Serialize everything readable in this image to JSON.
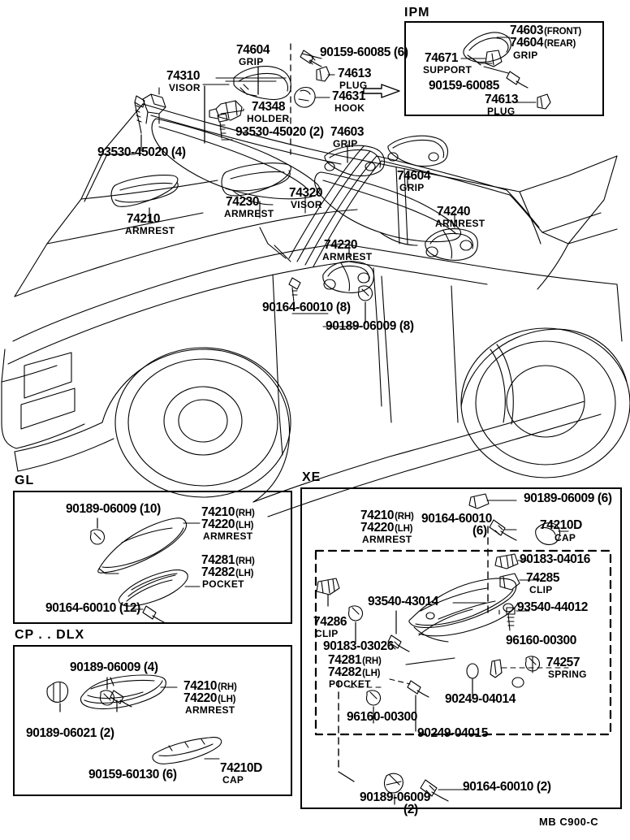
{
  "document": {
    "footer_code": "MB  C900-C",
    "panels": {
      "ipm": "IPM",
      "gl": "GL",
      "cp_dlx": "CP . . DLX",
      "xe": "XE"
    }
  },
  "ipm_box": {
    "items": [
      {
        "id": "ipm-74603",
        "number": "74603",
        "side": "(FRONT)"
      },
      {
        "id": "ipm-74604",
        "number": "74604",
        "side": "(REAR)",
        "desc": "GRIP"
      },
      {
        "id": "ipm-74671",
        "number": "74671",
        "desc": "SUPPORT"
      },
      {
        "id": "ipm-90159",
        "number": "90159-60085"
      },
      {
        "id": "ipm-74613",
        "number": "74613",
        "desc": "PLUG"
      }
    ]
  },
  "main": {
    "labels": [
      {
        "id": "m-74604",
        "number": "74604",
        "desc": "GRIP"
      },
      {
        "id": "m-90159",
        "number": "90159-60085 (6)"
      },
      {
        "id": "m-74613",
        "number": "74613",
        "desc": "PLUG"
      },
      {
        "id": "m-74310",
        "number": "74310",
        "desc": "VISOR"
      },
      {
        "id": "m-74348",
        "number": "74348",
        "desc": "HOLDER"
      },
      {
        "id": "m-74631",
        "number": "74631",
        "desc": "HOOK"
      },
      {
        "id": "m-93530-2",
        "number": "93530-45020 (2)"
      },
      {
        "id": "m-93530-4",
        "number": "93530-45020 (4)"
      },
      {
        "id": "m-74603",
        "number": "74603",
        "desc": "GRIP"
      },
      {
        "id": "m-74230",
        "number": "74230",
        "desc": "ARMREST"
      },
      {
        "id": "m-74320",
        "number": "74320",
        "desc": "VISOR"
      },
      {
        "id": "m-74210",
        "number": "74210",
        "desc": "ARMREST"
      },
      {
        "id": "m-74604b",
        "number": "74604",
        "desc": "GRIP"
      },
      {
        "id": "m-74240",
        "number": "74240",
        "desc": "ARMREST"
      },
      {
        "id": "m-74220",
        "number": "74220",
        "desc": "ARMREST"
      },
      {
        "id": "m-90164",
        "number": "90164-60010 (8)"
      },
      {
        "id": "m-90189",
        "number": "90189-06009 (8)"
      }
    ]
  },
  "gl_box": {
    "items": [
      {
        "id": "gl-90189",
        "number": "90189-06009 (10)"
      },
      {
        "id": "gl-74210",
        "number": "74210",
        "side": "(RH)"
      },
      {
        "id": "gl-74220",
        "number": "74220",
        "side": "(LH)",
        "desc": "ARMREST"
      },
      {
        "id": "gl-74281",
        "number": "74281",
        "side": "(RH)"
      },
      {
        "id": "gl-74282",
        "number": "74282",
        "side": "(LH)",
        "desc": "POCKET"
      },
      {
        "id": "gl-90164",
        "number": "90164-60010 (12)"
      }
    ]
  },
  "cp_dlx_box": {
    "items": [
      {
        "id": "cp-90189-4",
        "number": "90189-06009 (4)"
      },
      {
        "id": "cp-74210",
        "number": "74210",
        "side": "(RH)"
      },
      {
        "id": "cp-74220",
        "number": "74220",
        "side": "(LH)",
        "desc": "ARMREST"
      },
      {
        "id": "cp-90189-2",
        "number": "90189-06021 (2)"
      },
      {
        "id": "cp-90159",
        "number": "90159-60130 (6)"
      },
      {
        "id": "cp-74210D",
        "number": "74210D",
        "desc": "CAP"
      }
    ]
  },
  "xe_box": {
    "items": [
      {
        "id": "xe-90189-6",
        "number": "90189-06009 (6)"
      },
      {
        "id": "xe-74210",
        "number": "74210",
        "side": "(RH)"
      },
      {
        "id": "xe-74220",
        "number": "74220",
        "side": "(LH)",
        "desc": "ARMREST"
      },
      {
        "id": "xe-90164-6a",
        "number": "90164-60010"
      },
      {
        "id": "xe-90164-6b",
        "number": "(6)"
      },
      {
        "id": "xe-74210D",
        "number": "74210D",
        "desc": "CAP"
      },
      {
        "id": "xe-90183-04016",
        "number": "90183-04016"
      },
      {
        "id": "xe-74285",
        "number": "74285",
        "desc": "CLIP"
      },
      {
        "id": "xe-93540-44012",
        "number": "93540-44012"
      },
      {
        "id": "xe-93540-43014",
        "number": "93540-43014"
      },
      {
        "id": "xe-74286",
        "number": "74286",
        "desc": "CLIP"
      },
      {
        "id": "xe-90183-03026",
        "number": "90183-03026"
      },
      {
        "id": "xe-74281",
        "number": "74281",
        "side": "(RH)"
      },
      {
        "id": "xe-74282",
        "number": "74282",
        "side": "(LH)",
        "desc": "POCKET"
      },
      {
        "id": "xe-96160-a",
        "number": "96160-00300"
      },
      {
        "id": "xe-74257",
        "number": "74257",
        "desc": "SPRING"
      },
      {
        "id": "xe-90249-04014",
        "number": "90249-04014"
      },
      {
        "id": "xe-96160-b",
        "number": "96160-00300"
      },
      {
        "id": "xe-90249-04015",
        "number": "90249-04015"
      },
      {
        "id": "xe-90189-2a",
        "number": "90189-06009"
      },
      {
        "id": "xe-90189-2b",
        "number": "(2)"
      },
      {
        "id": "xe-90164-2",
        "number": "90164-60010 (2)"
      }
    ]
  },
  "colors": {
    "ink": "#000000",
    "paper": "#ffffff"
  }
}
